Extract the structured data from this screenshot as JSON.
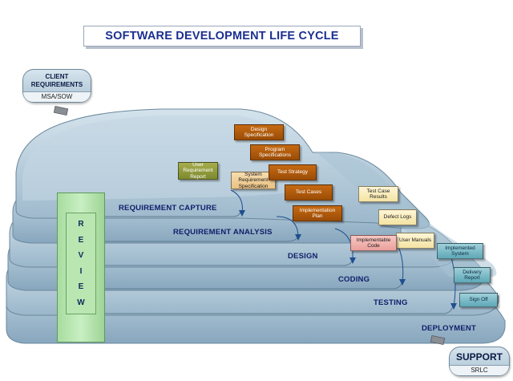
{
  "title": "SOFTWARE DEVELOPMENT LIFE CYCLE",
  "client": {
    "line1": "CLIENT",
    "line2": "REQUIREMENTS",
    "sub": "MSA/SOW"
  },
  "support": {
    "label": "SUPPORT",
    "sub": "SRLC"
  },
  "review": {
    "letters": [
      "R",
      "E",
      "V",
      "I",
      "E",
      "W"
    ]
  },
  "phases": {
    "requirement_capture": "REQUIREMENT CAPTURE",
    "requirement_analysis": "REQUIREMENT ANALYSIS",
    "design": "DESIGN",
    "coding": "CODING",
    "testing": "TESTING",
    "deployment": "DEPLOYMENT"
  },
  "documents": {
    "user_requirement_report": "User Requirement Report",
    "system_requirement_specification": "System Requirement Specification",
    "design_specification": "Design Specification",
    "program_specifications": "Program Specifications",
    "test_strategy": "Test Strategy",
    "test_cases": "Test Cases",
    "implementation_plan": "Implementation Plan",
    "test_case_results": "Test Case Results",
    "defect_logs": "Defect Logs",
    "user_manuals": "User Manuals",
    "implementable_code": "Implementable Code",
    "implemented_system": "Implemented System",
    "delivery_report": "Delivery Report",
    "sign_off": "Sign Off"
  },
  "colors": {
    "title_text": "#1b2f8f",
    "phase_text": "#10206a",
    "layer_top": "#c9dae6",
    "layer_bottom": "#94b1c6",
    "layer_edge": "#6b889c",
    "review_green": "#b9e6b1",
    "doc_brown": "#b25f0d",
    "doc_olive": "#95a040",
    "doc_tan": "#f2cf98",
    "doc_pink": "#f3b4af",
    "doc_cream": "#fbefc0",
    "doc_teal": "#7fbcca"
  }
}
